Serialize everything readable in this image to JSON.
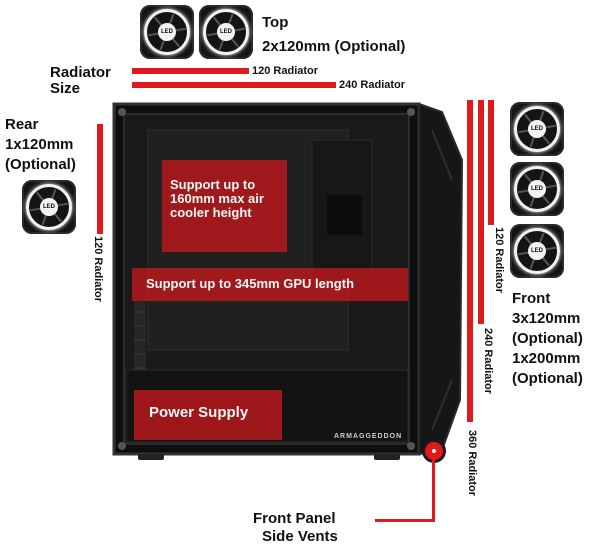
{
  "top": {
    "title": "Top",
    "subtitle": "2x120mm (Optional)"
  },
  "radiator_size": {
    "line1": "Radiator",
    "line2": "Size",
    "r120": "120 Radiator",
    "r240": "240 Radiator"
  },
  "rear": {
    "line1": "Rear",
    "line2": "1x120mm",
    "line3": "(Optional)",
    "radiator": "120 Radiator"
  },
  "front": {
    "line1": "Front",
    "line2": "3x120mm",
    "line3": "(Optional)",
    "line4": "1x200mm",
    "line5": "(Optional)",
    "r120": "120 Radiator",
    "r240": "240 Radiator",
    "r360": "360 Radiator"
  },
  "case": {
    "cooler_note": "Support up to 160mm max air cooler height",
    "gpu_note": "Support up to 345mm GPU length",
    "psu_label": "Power Supply",
    "brand": "ARMAGGEDDON"
  },
  "vents": {
    "line1": "Front Panel",
    "line2": "Side Vents"
  },
  "fan_hub_text": "LED",
  "colors": {
    "accent": "#e0191b",
    "case": "#111111"
  }
}
